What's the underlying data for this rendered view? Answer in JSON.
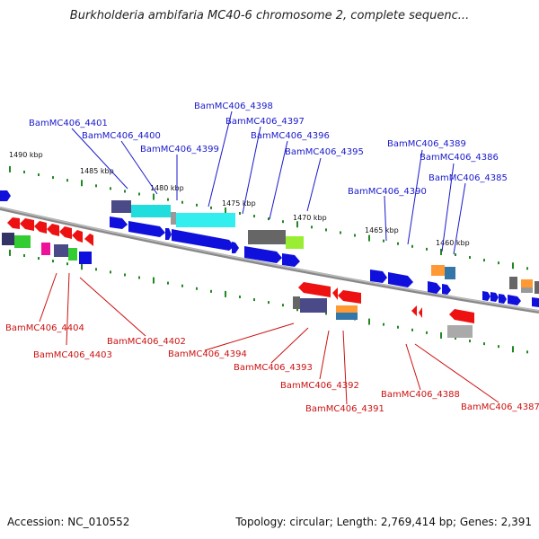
{
  "title": "Burkholderia ambifaria MC40-6 chromosome 2, complete sequenc...",
  "footer": {
    "accession": "Accession: NC_010552",
    "summary": "Topology: circular; Length: 2,769,414 bp; Genes: 2,391"
  },
  "colors": {
    "blue_gene": "#1010dd",
    "red_gene": "#ee1111",
    "top_label": "#1a1acc",
    "bottom_label": "#cc1111",
    "tick": "#228822"
  },
  "scale_labels": [
    "1490 kbp",
    "1485 kbp",
    "1480 kbp",
    "1475 kbp",
    "1470 kbp",
    "1465 kbp",
    "1460 kbp"
  ],
  "top_genes": [
    "BamMC406_4401",
    "BamMC406_4400",
    "BamMC406_4399",
    "BamMC406_4398",
    "BamMC406_4397",
    "BamMC406_4396",
    "BamMC406_4395",
    "BamMC406_4390",
    "BamMC406_4389",
    "BamMC406_4386",
    "BamMC406_4385"
  ],
  "bottom_genes": [
    "BamMC406_4404",
    "BamMC406_4403",
    "BamMC406_4402",
    "BamMC406_4394",
    "BamMC406_4393",
    "BamMC406_4392",
    "BamMC406_4391",
    "BamMC406_4388",
    "BamMC406_4387"
  ]
}
